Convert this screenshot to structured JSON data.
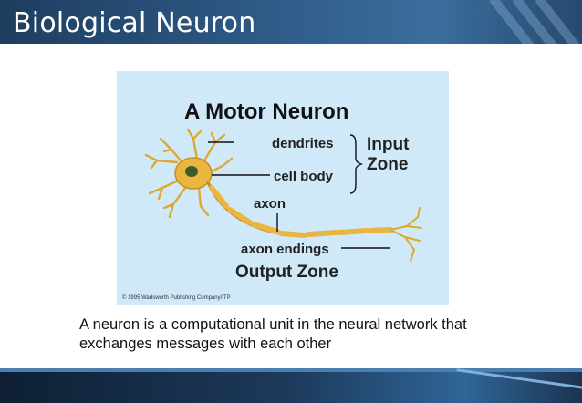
{
  "slide": {
    "title": "Biological Neuron",
    "caption_line1": "A neuron is a computational unit in the neural network that",
    "caption_line2": "exchanges messages with each other"
  },
  "figure": {
    "heading": "A Motor Neuron",
    "label_dendrites": "dendrites",
    "label_cell_body": "cell body",
    "label_axon": "axon",
    "label_axon_endings": "axon endings",
    "label_input_zone_1": "Input",
    "label_input_zone_2": "Zone",
    "label_output_zone": "Output Zone",
    "copyright": "© 1995 Wadsworth Publishing Company/ITP"
  },
  "colors": {
    "title_bar": "#2e5a86",
    "figure_bg": "#cfe9f8",
    "neuron_fill": "#e9b640",
    "nucleus": "#3c5a2a"
  }
}
